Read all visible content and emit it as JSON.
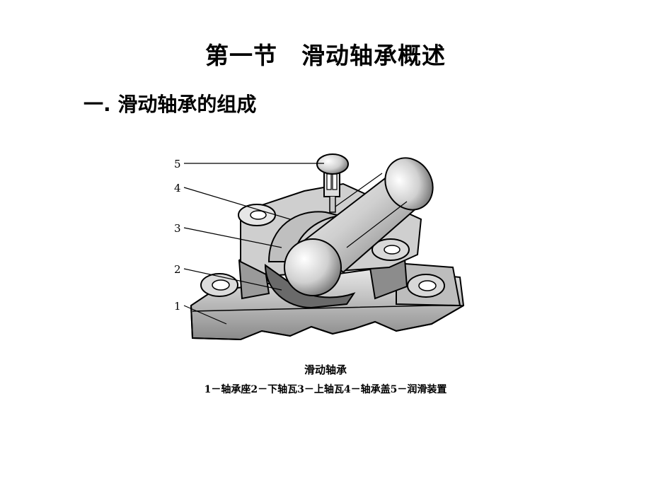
{
  "title": {
    "part1": "第一节",
    "part2": "滑动轴承概述"
  },
  "subtitle": "一. 滑动轴承的组成",
  "figure": {
    "callouts": [
      "1",
      "2",
      "3",
      "4",
      "5"
    ]
  },
  "caption": {
    "title": "滑动轴承",
    "legend": "1－轴承座2－下轴瓦3－上轴瓦4－轴承盖5－润滑装置"
  }
}
